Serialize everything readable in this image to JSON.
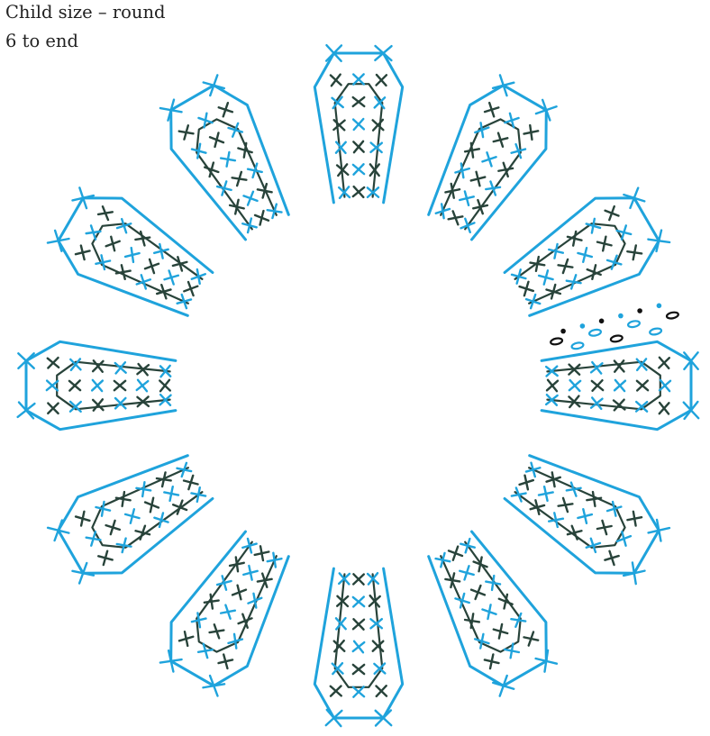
{
  "caption": {
    "line1": "Child size – round",
    "line2": "6 to end"
  },
  "diagram": {
    "petal_count": 12,
    "colors": {
      "blue": "#1fa3dc",
      "dark": "#28433a",
      "black": "#111111"
    },
    "icons": [
      "sc-cross-symbol",
      "chain-oval-symbol",
      "slip-stitch-dot-symbol"
    ]
  }
}
